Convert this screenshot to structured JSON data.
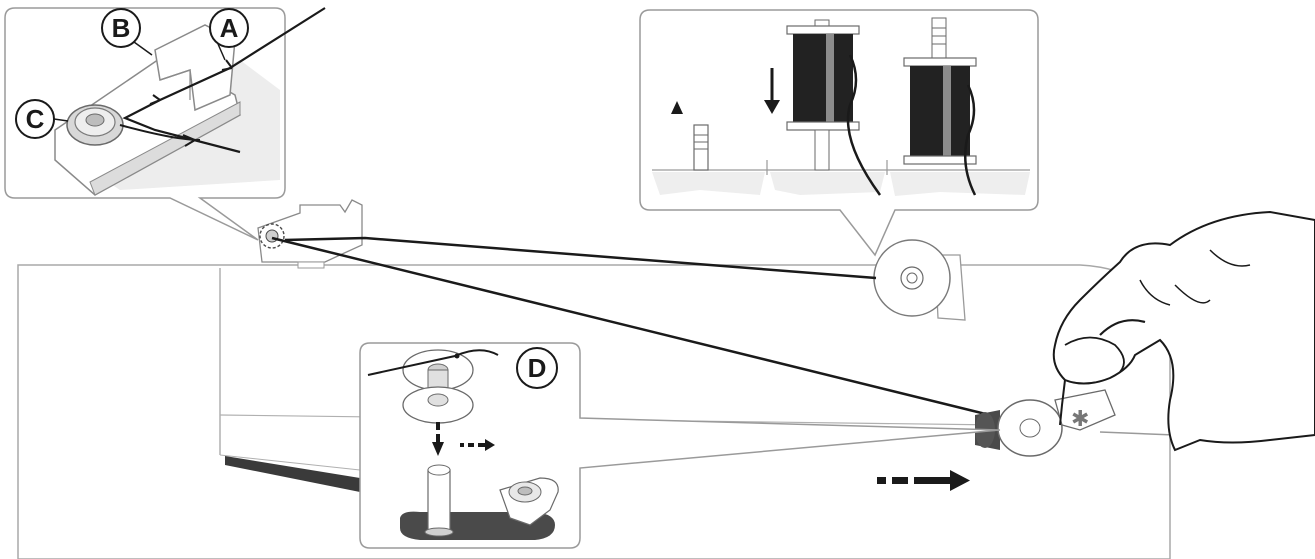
{
  "title": "",
  "callouts": {
    "a": "A",
    "b": "B",
    "c": "C",
    "d": "D"
  },
  "palette": {
    "line": "#1a1a1a",
    "machine_fill": "#ffffff",
    "machine_stroke": "#9a9a9a",
    "spool_dark": "#222222",
    "spool_stripe": "#8c8c8c",
    "shadow": "#e6e6e6",
    "slot_dark": "#4a4a4a"
  },
  "icons": {
    "pretension": "thread-guide-disc-icon",
    "spool": "thread-spool-icon",
    "bobbin": "bobbin-icon",
    "hand": "hand-icon",
    "arrow": "dashed-arrow-icon"
  }
}
